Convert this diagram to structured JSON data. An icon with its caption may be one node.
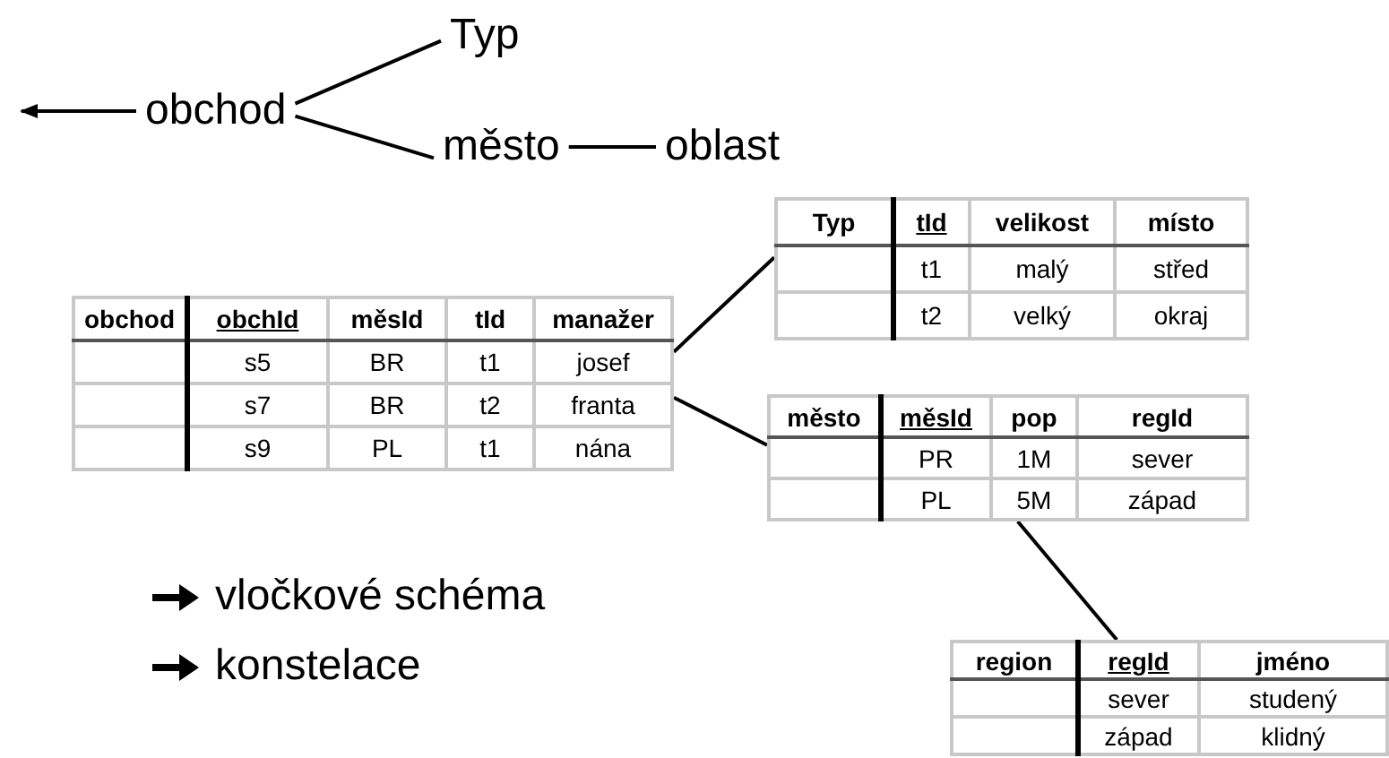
{
  "diagram": {
    "nodes": [
      {
        "text": [
          "obchod"
        ]
      },
      {
        "text": [
          "Typ"
        ]
      },
      {
        "text": [
          "město"
        ]
      },
      {
        "text": [
          "oblast"
        ]
      },
      {
        "text": [
          "obchod",
          "obchId",
          "měsId",
          "tId",
          "manažer",
          "s5",
          "BR",
          "t1",
          "josef",
          "s7",
          "BR",
          "t2",
          "franta",
          "s9",
          "PL",
          "t1",
          "nána"
        ]
      },
      {
        "text": [
          "Typ",
          "tId",
          "velikost",
          "místo",
          "t1",
          "malý",
          "střed",
          "t2",
          "velký",
          "okraj"
        ]
      },
      {
        "text": [
          "město",
          "měsId",
          "pop",
          "regId",
          "PR",
          "1M",
          "sever",
          "PL",
          "5M",
          "západ"
        ]
      },
      {
        "text": [
          "region",
          "regId",
          "jméno",
          "sever",
          "studený",
          "západ",
          "klidný"
        ]
      }
    ],
    "edges": [
      {
        "from": 0,
        "to": null,
        "arrow": "to"
      },
      {
        "from": 0,
        "to": 1,
        "arrow": "none"
      },
      {
        "from": 0,
        "to": 2,
        "arrow": "none"
      },
      {
        "from": 2,
        "to": 3,
        "arrow": "none"
      },
      {
        "from": 4,
        "to": 5,
        "arrow": "none"
      },
      {
        "from": 4,
        "to": 6,
        "arrow": "none"
      },
      {
        "from": 6,
        "to": 7,
        "arrow": "none"
      }
    ],
    "labels": [
      "vločkové schéma",
      "konstelace"
    ]
  }
}
